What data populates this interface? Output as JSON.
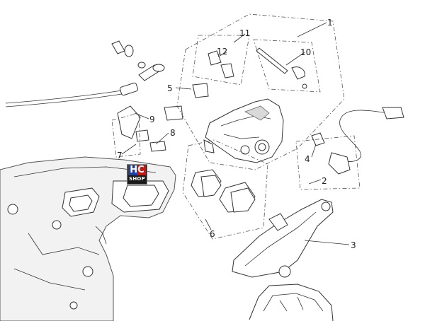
{
  "diagram": {
    "callouts": [
      {
        "id": "1",
        "label": "1"
      },
      {
        "id": "2",
        "label": "2"
      },
      {
        "id": "3",
        "label": "3"
      },
      {
        "id": "4",
        "label": "4"
      },
      {
        "id": "5",
        "label": "5"
      },
      {
        "id": "6",
        "label": "6"
      },
      {
        "id": "7",
        "label": "7"
      },
      {
        "id": "8",
        "label": "8"
      },
      {
        "id": "9",
        "label": "9"
      },
      {
        "id": "10",
        "label": "10"
      },
      {
        "id": "11",
        "label": "11"
      },
      {
        "id": "12",
        "label": "12"
      }
    ]
  },
  "logo": {
    "top": "HC",
    "bottom": "SHOP",
    "colors": {
      "left": "#1e3fa8",
      "right": "#c21818",
      "background": "#1a1a1a"
    }
  }
}
